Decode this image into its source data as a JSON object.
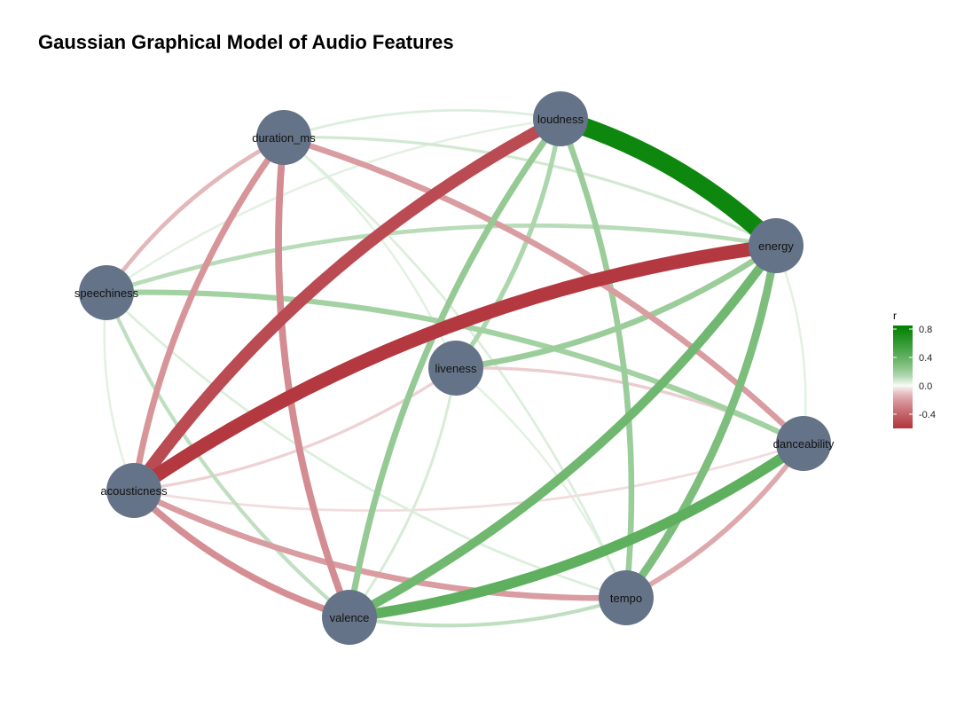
{
  "title": "Gaussian Graphical Model of Audio Features",
  "colors": {
    "node_fill": "#647387",
    "positive_strong": "#008000",
    "negative_strong": "#b2343c",
    "neutral": "#ffffff"
  },
  "legend": {
    "title": "r",
    "ticks": [
      {
        "label": "0.8",
        "value": 0.8
      },
      {
        "label": "0.4",
        "value": 0.4
      },
      {
        "label": "0.0",
        "value": 0.0
      },
      {
        "label": "-0.4",
        "value": -0.4
      }
    ],
    "range": [
      -0.6,
      0.85
    ]
  },
  "nodes": [
    {
      "id": "loudness",
      "label": "loudness"
    },
    {
      "id": "duration_ms",
      "label": "duration_ms"
    },
    {
      "id": "energy",
      "label": "energy"
    },
    {
      "id": "speechiness",
      "label": "speechiness"
    },
    {
      "id": "liveness",
      "label": "liveness"
    },
    {
      "id": "danceability",
      "label": "danceability"
    },
    {
      "id": "acousticness",
      "label": "acousticness"
    },
    {
      "id": "tempo",
      "label": "tempo"
    },
    {
      "id": "valence",
      "label": "valence"
    }
  ],
  "edges": [
    {
      "from": "loudness",
      "to": "energy",
      "r": 0.78
    },
    {
      "from": "loudness",
      "to": "acousticness",
      "r": -0.5
    },
    {
      "from": "energy",
      "to": "acousticness",
      "r": -0.58
    },
    {
      "from": "loudness",
      "to": "valence",
      "r": 0.22
    },
    {
      "from": "loudness",
      "to": "tempo",
      "r": 0.2
    },
    {
      "from": "loudness",
      "to": "liveness",
      "r": 0.15
    },
    {
      "from": "loudness",
      "to": "duration_ms",
      "r": 0.04
    },
    {
      "from": "loudness",
      "to": "speechiness",
      "r": 0.03
    },
    {
      "from": "energy",
      "to": "valence",
      "r": 0.35
    },
    {
      "from": "energy",
      "to": "tempo",
      "r": 0.3
    },
    {
      "from": "energy",
      "to": "liveness",
      "r": 0.2
    },
    {
      "from": "energy",
      "to": "speechiness",
      "r": 0.12
    },
    {
      "from": "energy",
      "to": "duration_ms",
      "r": 0.06
    },
    {
      "from": "energy",
      "to": "danceability",
      "r": 0.03
    },
    {
      "from": "danceability",
      "to": "valence",
      "r": 0.42
    },
    {
      "from": "danceability",
      "to": "tempo",
      "r": -0.16
    },
    {
      "from": "danceability",
      "to": "duration_ms",
      "r": -0.2
    },
    {
      "from": "danceability",
      "to": "speechiness",
      "r": 0.18
    },
    {
      "from": "danceability",
      "to": "acousticness",
      "r": -0.04
    },
    {
      "from": "danceability",
      "to": "liveness",
      "r": -0.07
    },
    {
      "from": "duration_ms",
      "to": "valence",
      "r": -0.25
    },
    {
      "from": "duration_ms",
      "to": "acousticness",
      "r": -0.22
    },
    {
      "from": "duration_ms",
      "to": "speechiness",
      "r": -0.12
    },
    {
      "from": "duration_ms",
      "to": "tempo",
      "r": 0.04
    },
    {
      "from": "duration_ms",
      "to": "liveness",
      "r": 0.03
    },
    {
      "from": "acousticness",
      "to": "valence",
      "r": -0.24
    },
    {
      "from": "acousticness",
      "to": "tempo",
      "r": -0.2
    },
    {
      "from": "acousticness",
      "to": "liveness",
      "r": -0.06
    },
    {
      "from": "acousticness",
      "to": "speechiness",
      "r": 0.03
    },
    {
      "from": "speechiness",
      "to": "valence",
      "r": 0.1
    },
    {
      "from": "speechiness",
      "to": "tempo",
      "r": 0.04
    },
    {
      "from": "liveness",
      "to": "valence",
      "r": 0.05
    },
    {
      "from": "liveness",
      "to": "tempo",
      "r": 0.03
    },
    {
      "from": "valence",
      "to": "tempo",
      "r": 0.1
    }
  ]
}
